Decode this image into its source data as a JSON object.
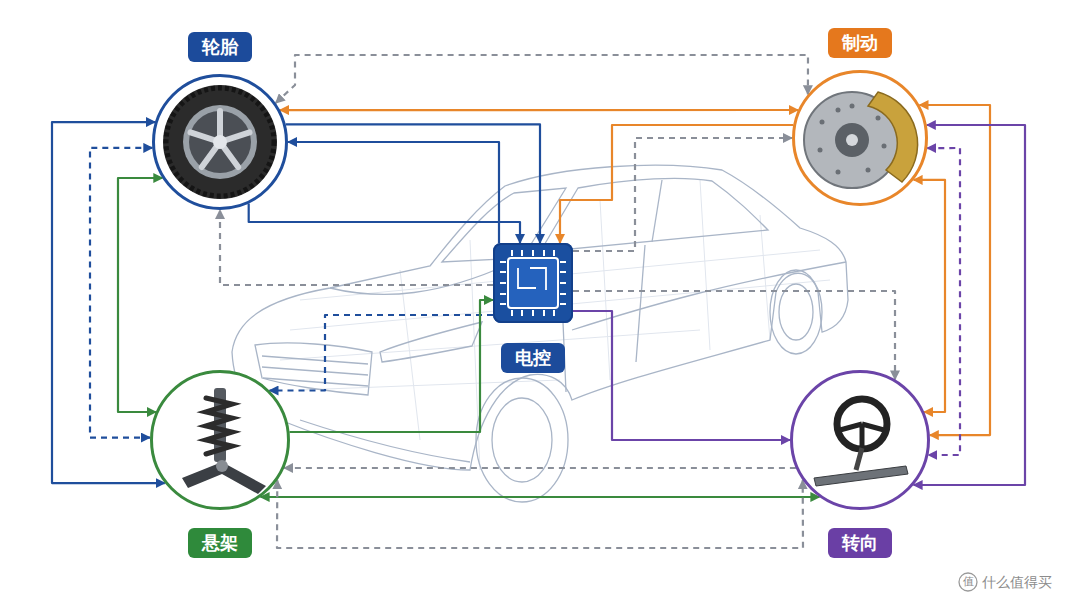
{
  "diagram": {
    "nodes": [
      {
        "text": [
          "轮胎"
        ]
      },
      {
        "text": [
          "制动"
        ]
      },
      {
        "text": [
          "电控"
        ]
      },
      {
        "text": [
          "悬架"
        ]
      },
      {
        "text": [
          "转向"
        ]
      }
    ],
    "edges": [
      {
        "from": 0,
        "to": 1,
        "arrow": "both"
      },
      {
        "from": 0,
        "to": 1,
        "arrow": "both"
      },
      {
        "from": 0,
        "to": 2,
        "arrow": "to"
      },
      {
        "from": 2,
        "to": 0,
        "arrow": "to"
      },
      {
        "from": 0,
        "to": 2,
        "arrow": "to"
      },
      {
        "from": 2,
        "to": 0,
        "arrow": "to"
      },
      {
        "from": 0,
        "to": 3,
        "arrow": "both"
      },
      {
        "from": 0,
        "to": 3,
        "arrow": "both"
      },
      {
        "from": 0,
        "to": 3,
        "arrow": "both"
      },
      {
        "from": 1,
        "to": 2,
        "arrow": "to"
      },
      {
        "from": 2,
        "to": 1,
        "arrow": "to"
      },
      {
        "from": 1,
        "to": 4,
        "arrow": "both"
      },
      {
        "from": 1,
        "to": 4,
        "arrow": "both"
      },
      {
        "from": 1,
        "to": 4,
        "arrow": "both"
      },
      {
        "from": 1,
        "to": 4,
        "arrow": "both"
      },
      {
        "from": 2,
        "to": 3,
        "arrow": "to"
      },
      {
        "from": 2,
        "to": 4,
        "arrow": "to"
      },
      {
        "from": 2,
        "to": 4,
        "arrow": "to"
      },
      {
        "from": 3,
        "to": 2,
        "arrow": "to"
      },
      {
        "from": 4,
        "to": 3,
        "arrow": "to"
      },
      {
        "from": 3,
        "to": 4,
        "arrow": "both"
      },
      {
        "from": 3,
        "to": 4,
        "arrow": "both"
      }
    ],
    "labels": [
      "值",
      "什么值得买"
    ]
  }
}
